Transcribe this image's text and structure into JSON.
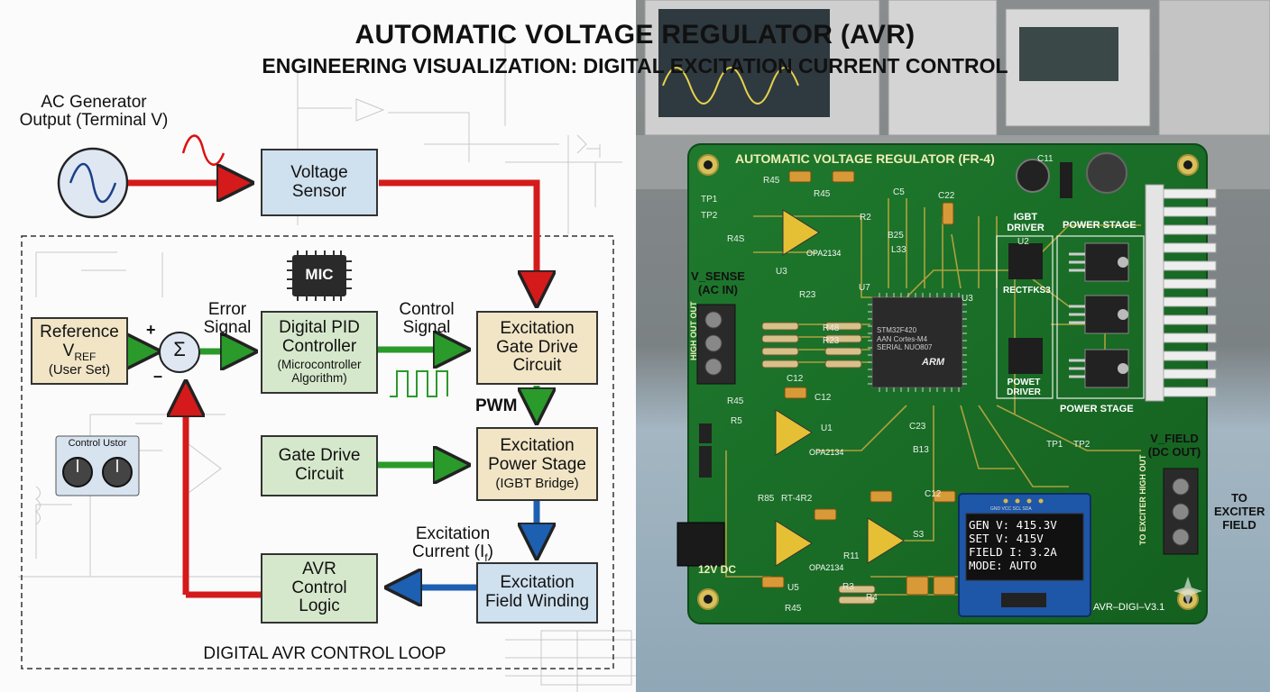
{
  "title": "AUTOMATIC VOLTAGE REGULATOR (AVR)",
  "subtitle": "ENGINEERING VISUALIZATION: DIGITAL EXCITATION CURRENT CONTROL",
  "diagram": {
    "generator_label": "AC Generator Output (Terminal V)",
    "loop_label": "DIGITAL AVR CONTROL LOOP",
    "chip_label": "MIC",
    "control_panel_label": "Control Ustor",
    "blocks": {
      "voltage_sensor": "Voltage Sensor",
      "reference_main": "Reference",
      "reference_v": "V",
      "reference_sub": "REF",
      "reference_note": "(User Set)",
      "pid_main": "Digital PID Controller",
      "pid_note": "(Microcontroller Algorithm)",
      "gate_drive_exc": "Excitation Gate Drive Circuit",
      "gate_drive": "Gate Drive Circuit",
      "power_stage": "Excitation Power Stage",
      "power_stage_note": "(IGBT Bridge)",
      "field_winding": "Excitation Field Winding",
      "avr_logic": "AVR Control Logic"
    },
    "labels": {
      "error_signal": "Error Signal",
      "control_signal": "Control Signal",
      "pwm": "PWM",
      "excitation_current": "Excitation Current (I",
      "excitation_current_sub": "f",
      "excitation_current_end": ")",
      "plus": "+",
      "minus": "–",
      "sigma": "Σ"
    }
  },
  "pcb": {
    "board_title": "AUTOMATIC VOLTAGE REGULATOR (FR-4)",
    "v_sense": "V_SENSE (AC IN)",
    "v_sense_vertical": "HIGH OUT OUT",
    "v_field": "V_FIELD (DC OUT)",
    "to_exciter": "TO EXCITER FIELD",
    "exciter_vertical": "TO EXCITER HIGH OUT",
    "dc_jack": "12V DC",
    "mcu_lines": [
      "STM32F420",
      "AAN Cortes-M4",
      "SERIAL NUO807"
    ],
    "mcu_brand": "ARM",
    "igbt_driver": "IGBT DRIVER",
    "power_stage_top": "POWER STAGE",
    "power_stage_bottom": "POWER STAGE",
    "rectifier": "RECTFKS3",
    "power_driver": "POWET DRIVER",
    "board_version": "AVR–DIGI–V3.1",
    "oled_pins": "GND VCC SCL SDA",
    "display": {
      "line1": "GEN V: 415.3V",
      "line2": "SET V: 415V",
      "line3": "FIELD I: 3.2A",
      "line4": "MODE:  AUTO"
    },
    "opamps": [
      "OPA2134",
      "OPA2134",
      "OPA2134"
    ],
    "silkscreen": {
      "tp1": "TP1",
      "tp2": "TP2",
      "tp1b": "TP1",
      "tp2b": "TP2",
      "u2": "U2",
      "u3": "U3",
      "u3b": "U3",
      "u5": "U5",
      "u7": "U7",
      "u1": "U1",
      "r45a": "R45",
      "r45b": "R45",
      "r45c": "R45",
      "r45d": "R45",
      "r48": "R48",
      "r23a": "R23",
      "r23b": "R23",
      "r4s": "R4S",
      "r2": "R2",
      "r5": "R5",
      "r3": "R3",
      "r4": "R4",
      "r11": "R11",
      "r85": "R85",
      "c12a": "C12",
      "c12b": "C12",
      "c12c": "C12",
      "c11": "C11",
      "c5": "C5",
      "c22": "C22",
      "c23": "C23",
      "b25": "B25",
      "b13": "B13",
      "l33": "L33",
      "s3": "S3",
      "rt": "RT-4R2"
    }
  }
}
